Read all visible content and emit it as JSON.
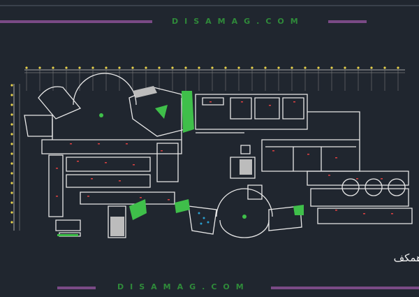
{
  "watermark_top": "DISAMAG.COM",
  "watermark_bottom": "DISAMAG.COM",
  "plan_label": "همکف",
  "colors": {
    "background": "#20262f",
    "walls": "#e8e8e8",
    "accent_green": "#3fbf4a",
    "accent_purple": "#7a4a86",
    "markers": "#e8d24a",
    "doors": "#e04040"
  }
}
